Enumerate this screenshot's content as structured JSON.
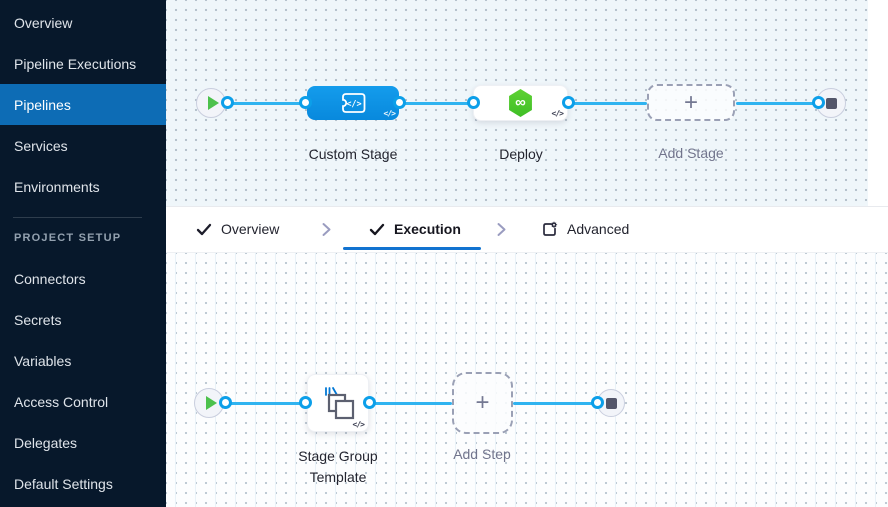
{
  "sidebar": {
    "items": [
      {
        "label": "Overview",
        "active": false
      },
      {
        "label": "Pipeline Executions",
        "active": false
      },
      {
        "label": "Pipelines",
        "active": true
      },
      {
        "label": "Services",
        "active": false
      },
      {
        "label": "Environments",
        "active": false
      }
    ],
    "section_label": "PROJECT SETUP",
    "setup_items": [
      {
        "label": "Connectors"
      },
      {
        "label": "Secrets"
      },
      {
        "label": "Variables"
      },
      {
        "label": "Access Control"
      },
      {
        "label": "Delegates"
      },
      {
        "label": "Default Settings"
      }
    ]
  },
  "tabs": {
    "overview": {
      "label": "Overview",
      "icon": "check-icon"
    },
    "execution": {
      "label": "Execution",
      "icon": "check-icon",
      "active": true
    },
    "advanced": {
      "label": "Advanced",
      "icon": "box-gear-icon"
    }
  },
  "stage_canvas": {
    "start": {
      "icon": "play-icon"
    },
    "custom_stage": {
      "label": "Custom Stage",
      "icon": "custom-stage-icon"
    },
    "deploy": {
      "label": "Deploy",
      "icon": "cd-hexagon-infinity-icon"
    },
    "add_stage": {
      "label": "Add Stage",
      "plus": "+"
    },
    "end": {
      "icon": "stop-icon"
    }
  },
  "execution_canvas": {
    "start": {
      "icon": "play-icon"
    },
    "stage_group_template": {
      "label": "Stage Group Template",
      "icon": "overlapping-squares-template-icon"
    },
    "add_step": {
      "label": "Add Step",
      "plus": "+"
    },
    "end": {
      "icon": "stop-icon"
    }
  },
  "badges": {
    "code": "</>"
  },
  "icons": {
    "deploy_glyph": "∞"
  },
  "colors": {
    "sidebar_bg": "#07182b",
    "sidebar_active": "#0d6cb5",
    "stage_node_blue": "#0b91e2",
    "edge_blue": "#2fb3f0",
    "port_ring": "#0c9fe9",
    "play_green": "#4cc14c",
    "deploy_green": "#4ecb31",
    "tab_underline": "#1273d0",
    "canvas_top_bg": "#eff6fa",
    "canvas_bottom_bg": "#fcfdfe"
  }
}
